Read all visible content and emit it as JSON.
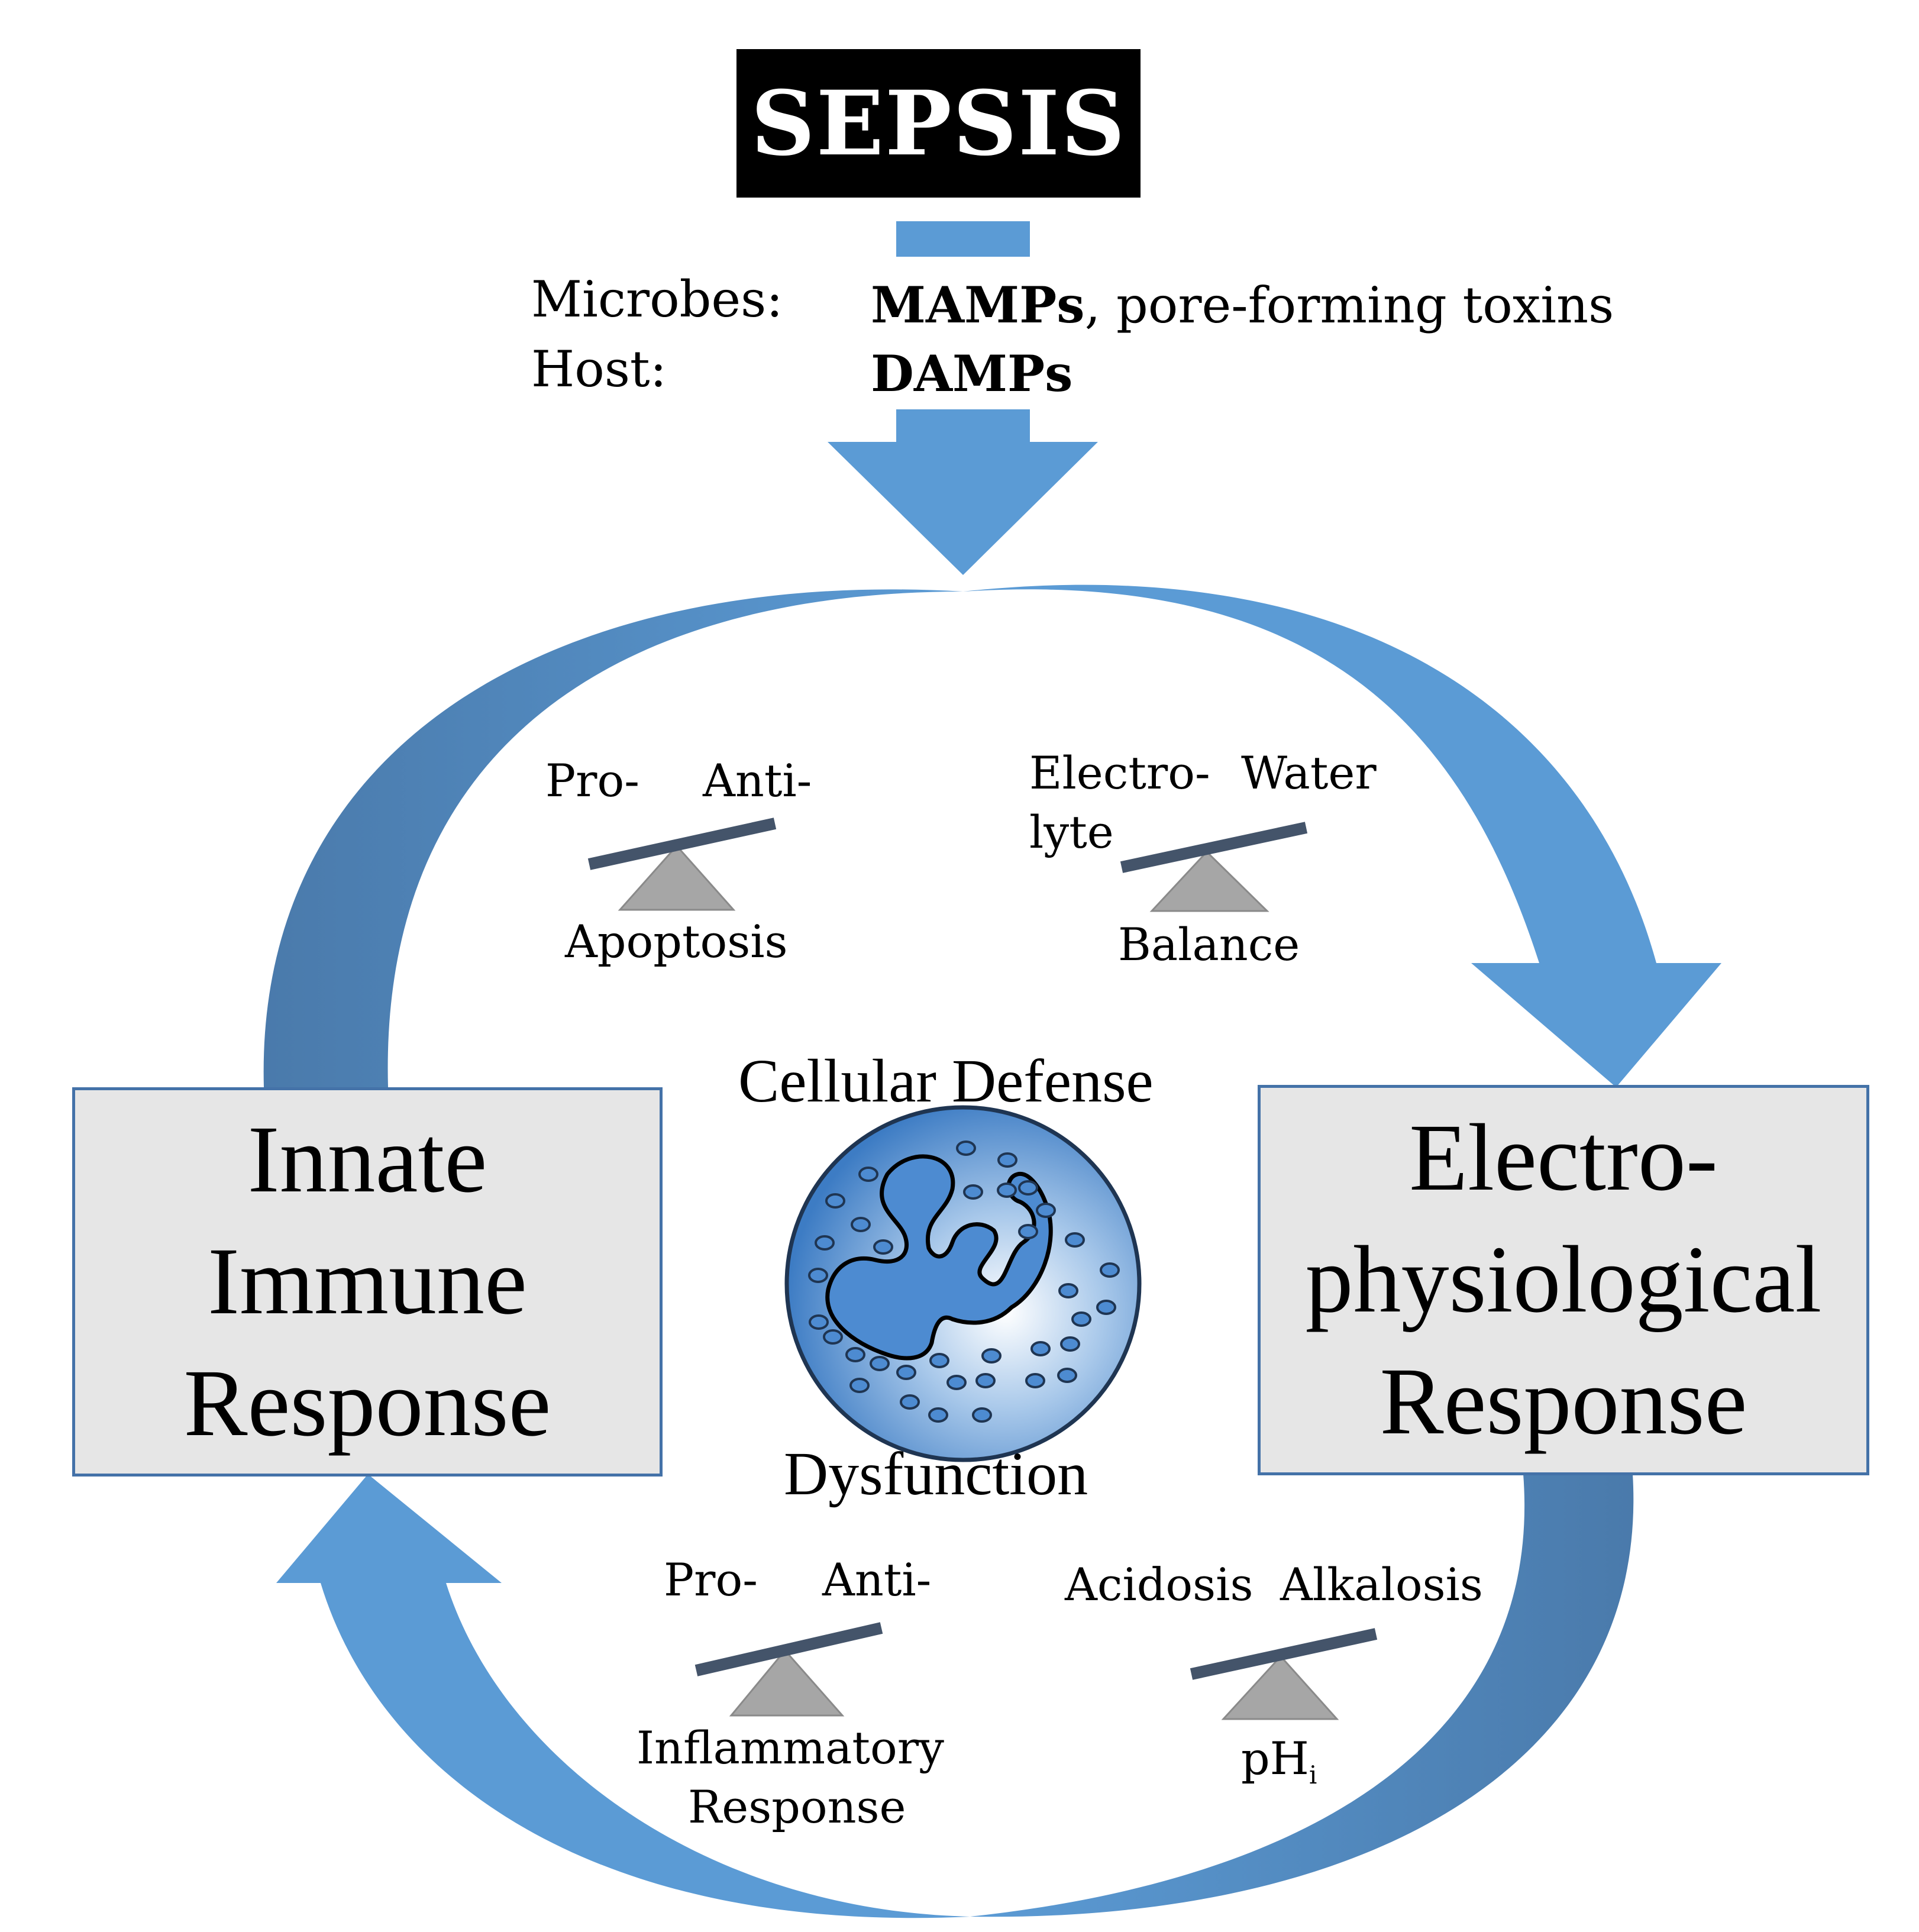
{
  "header": {
    "title": "SEPSIS"
  },
  "sources": {
    "microbes_label": "Microbes:",
    "host_label": "Host:",
    "microbes_bold": "MAMPs",
    "microbes_rest": ", pore-forming  toxins",
    "host_bold": "DAMPs"
  },
  "scales": {
    "apoptosis": {
      "left": "Pro-",
      "right": "Anti-",
      "caption": "Apoptosis"
    },
    "balance": {
      "left_line1": "Electro-",
      "left_line2": "lyte",
      "right": "Water",
      "caption": "Balance"
    },
    "inflammatory": {
      "left": "Pro-",
      "right": "Anti-",
      "caption_line1": "Inflammatory",
      "caption_line2": "Response"
    },
    "ph": {
      "left": "Acidosis",
      "right": "Alkalosis",
      "caption_main": "pH",
      "caption_sub": "i"
    }
  },
  "boxes": {
    "innate": {
      "line1": "Innate",
      "line2": "Immune",
      "line3": "Response"
    },
    "electro": {
      "line1": "Electro-",
      "line2": "physiological",
      "line3": "Response"
    }
  },
  "center": {
    "top_label": "Cellular Defense",
    "bottom_label": "Dysfunction"
  },
  "colors": {
    "arrow_blue": "#5b9bd5",
    "arrow_dark": "#4a7aab",
    "box_fill": "#e6e6e6",
    "box_border": "#4472a8",
    "beam": "#44546a",
    "fulcrum": "#a6a6a6"
  }
}
